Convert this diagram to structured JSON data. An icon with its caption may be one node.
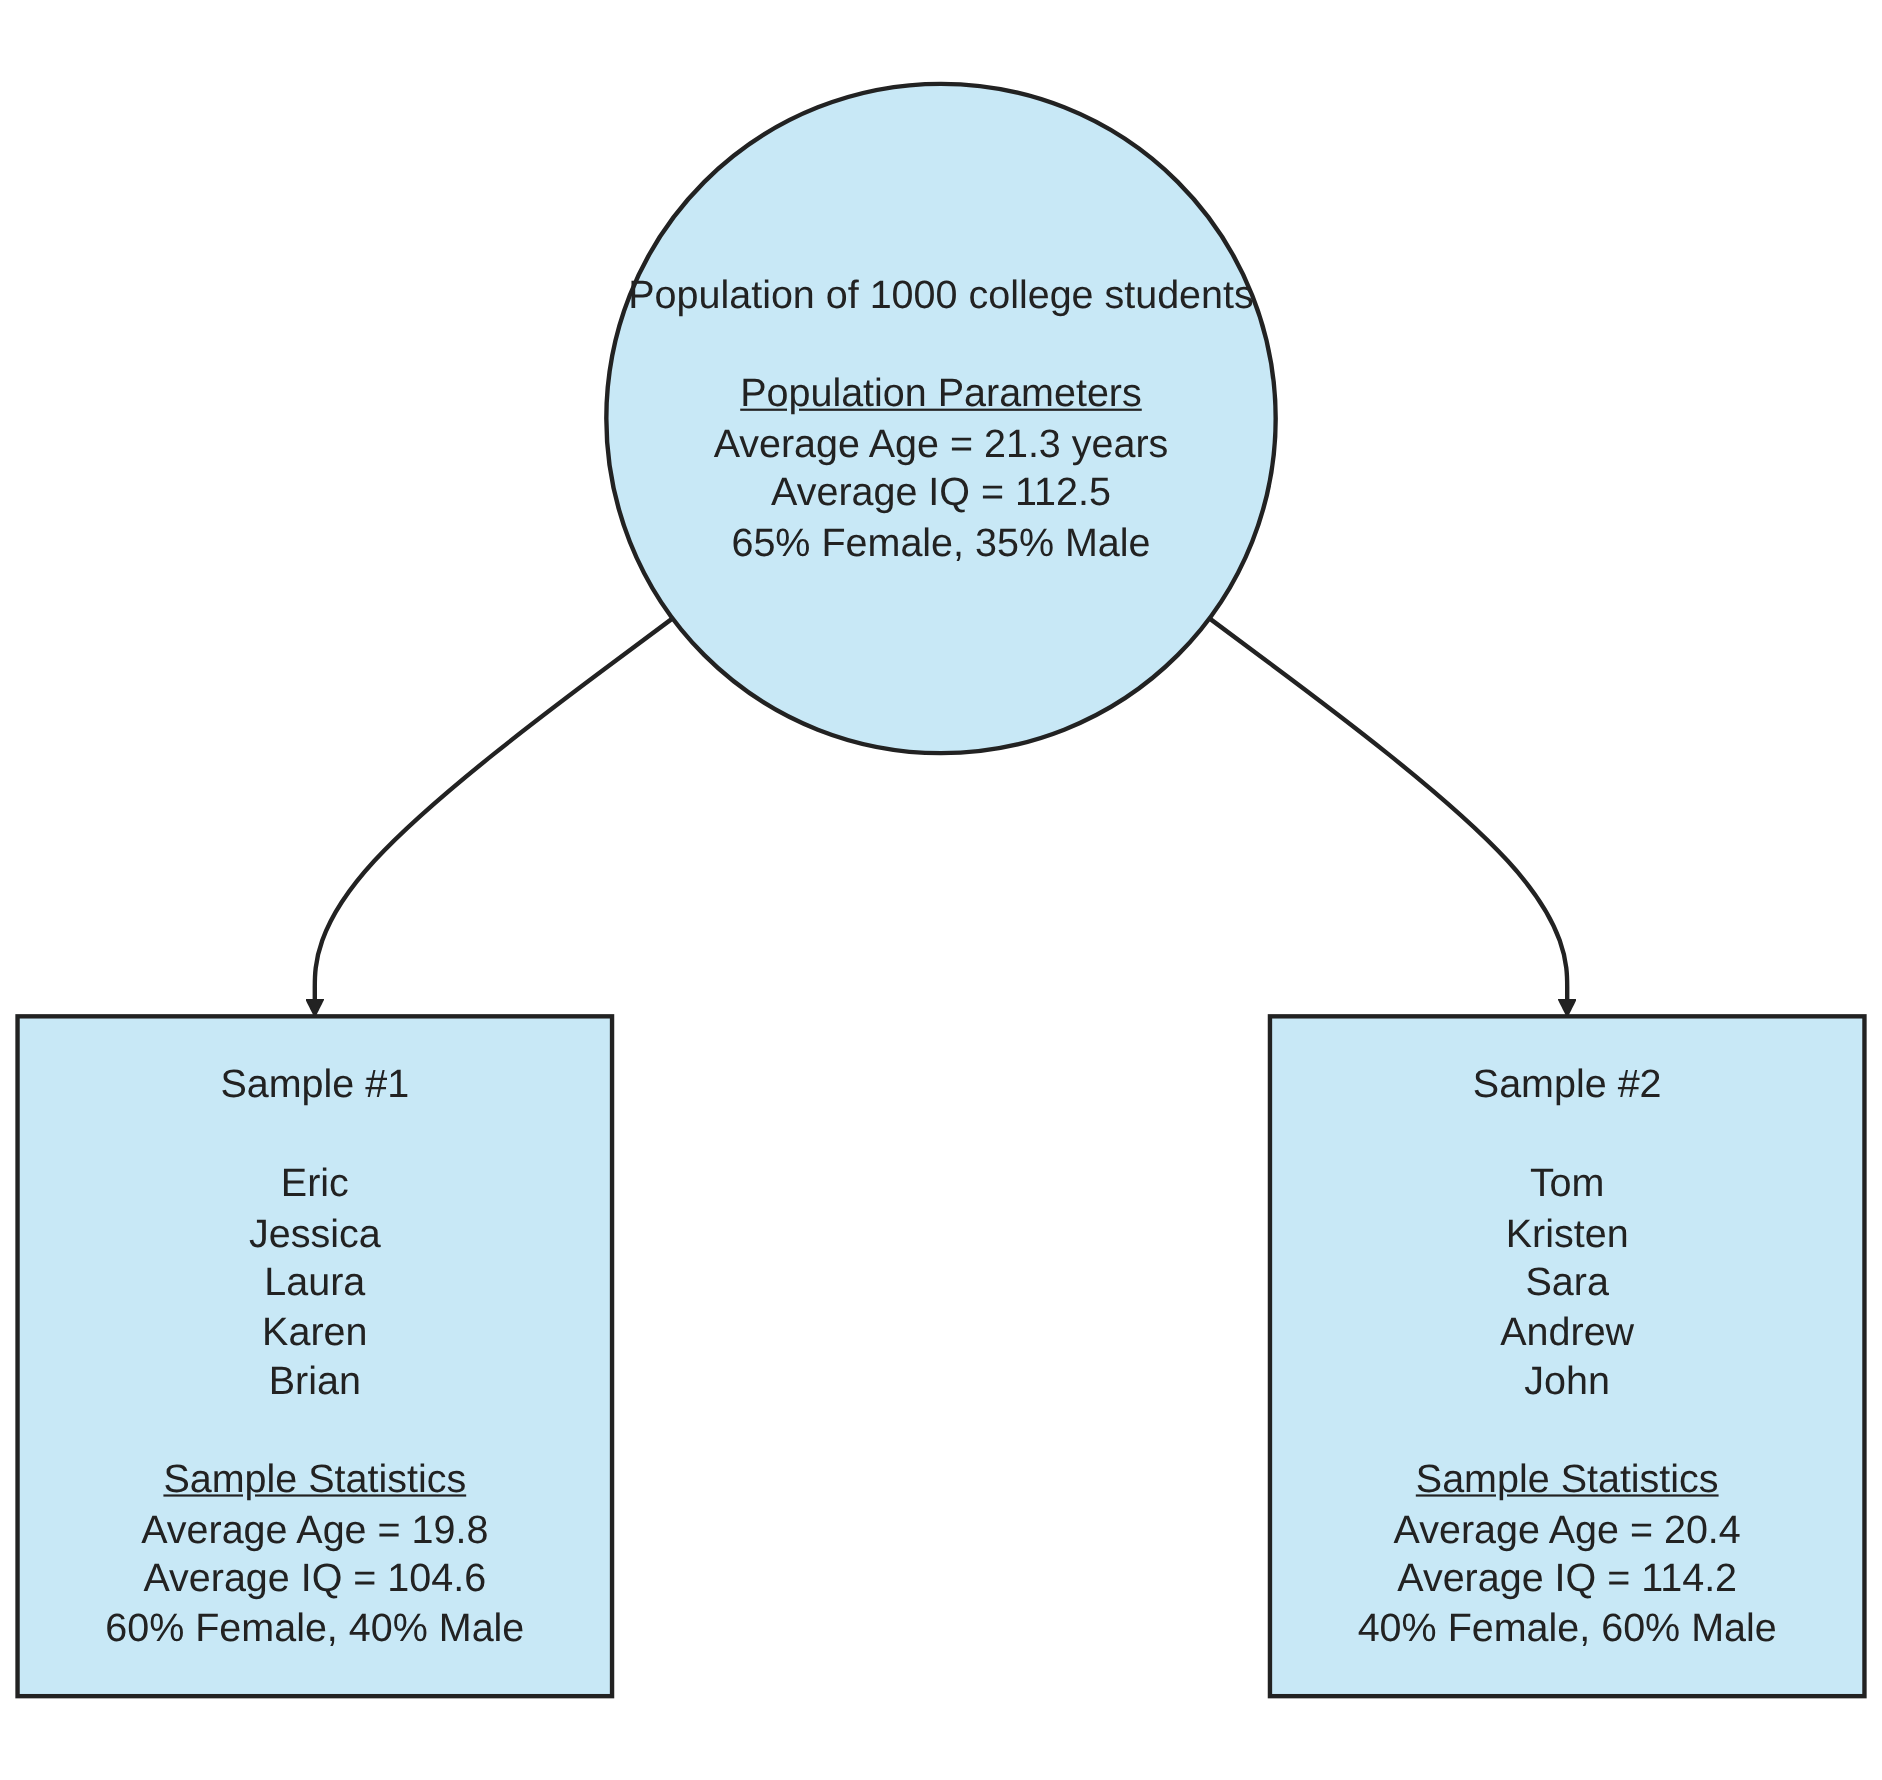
{
  "diagram": {
    "nodes": [
      {
        "text": [
          "Population of 1000 college students",
          "Population Parameters",
          "Average Age = 21.3 years",
          "Average IQ = 112.5",
          "65% Female, 35% Male"
        ]
      },
      {
        "text": [
          "Sample #1",
          "Eric",
          "Jessica",
          "Laura",
          "Karen",
          "Brian",
          "Sample Statistics",
          "Average Age = 19.8",
          "Average IQ = 104.6",
          "60% Female, 40% Male"
        ]
      },
      {
        "text": [
          "Sample #2",
          "Tom",
          "Kristen",
          "Sara",
          "Andrew",
          "John",
          "Sample Statistics",
          "Average Age = 20.4",
          "Average IQ = 114.2",
          "40% Female, 60% Male"
        ]
      }
    ],
    "edges": [
      {
        "from": 0,
        "to": 1,
        "arrow": "to"
      },
      {
        "from": 0,
        "to": 2,
        "arrow": "to"
      }
    ]
  }
}
